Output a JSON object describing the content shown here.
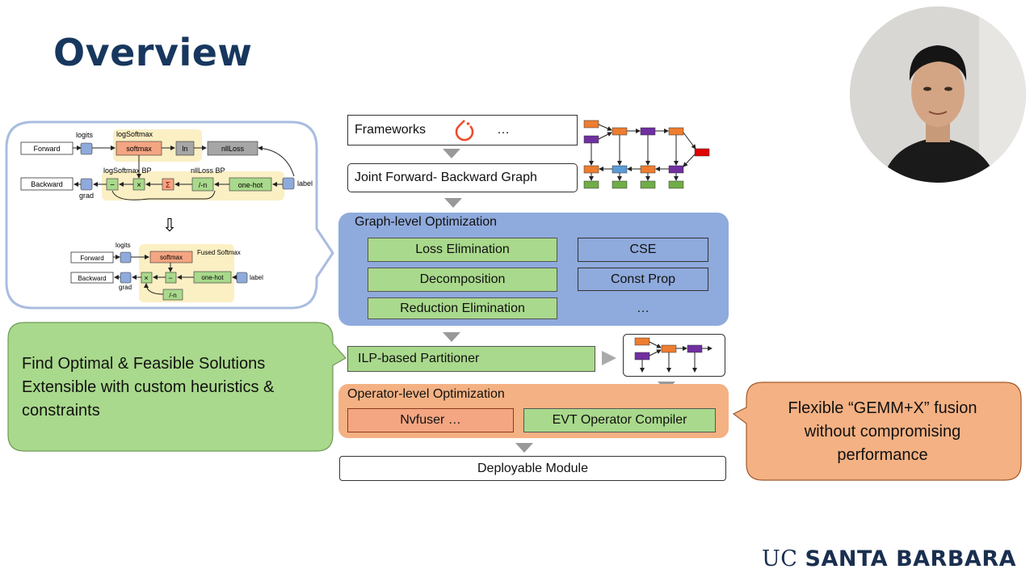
{
  "slide": {
    "title": "Overview",
    "logo": {
      "prefix": "UC",
      "name": "SANTA BARBARA"
    }
  },
  "left_diagram": {
    "top": {
      "forward": "Forward",
      "backward": "Backward",
      "logits": "logits",
      "grad": "grad",
      "label": "label",
      "logsoftmax_group": "logSoftmax",
      "softmax": "softmax",
      "ln": "ln",
      "nllloss": "nllLoss",
      "logsoftmax_bp": "logSoftmax BP",
      "nllloss_bp": "nllLoss BP",
      "minus": "−",
      "times": "×",
      "sigma": "Σ",
      "neg_n": "/-n",
      "one_hot": "one-hot"
    },
    "arrow": "⇩",
    "bottom": {
      "forward": "Forward",
      "backward": "Backward",
      "logits": "logits",
      "grad": "grad",
      "label": "label",
      "fused_softmax": "Fused Softmax",
      "softmax": "softmax",
      "times": "×",
      "minus": "−",
      "one_hot": "one-hot",
      "neg_n": "/-n"
    }
  },
  "flow": {
    "frameworks": "Frameworks",
    "frameworks_more": "…",
    "joint_graph": "Joint Forward- Backward Graph",
    "graph_level": {
      "title": "Graph-level Optimization",
      "green_items": [
        "Loss Elimination",
        "Decomposition",
        "Reduction Elimination"
      ],
      "blue_items": [
        "CSE",
        "Const Prop",
        "…"
      ]
    },
    "partitioner": "ILP-based Partitioner",
    "operator_level": {
      "title": "Operator-level Optimization",
      "left": "Nvfuser …",
      "right": "EVT Operator Compiler"
    },
    "deployable": "Deployable Module"
  },
  "callouts": {
    "left_lines": [
      "Find Optimal & Feasible Solutions",
      "Extensible with custom heuristics &",
      "constraints"
    ],
    "right_lines": [
      "Flexible “GEMM+X” fusion",
      "without compromising",
      "performance"
    ]
  },
  "colors": {
    "title": "#17375e",
    "green": "#a9d98c",
    "blue_panel": "#8faadc",
    "orange_panel": "#f4b183",
    "callout_green": "#a9d98c",
    "callout_orange": "#f4b183",
    "graph_orange": "#ed7d31",
    "graph_purple": "#7030a0",
    "graph_blue": "#5b9bd5",
    "graph_red": "#e00000",
    "graph_green": "#70ad47"
  }
}
